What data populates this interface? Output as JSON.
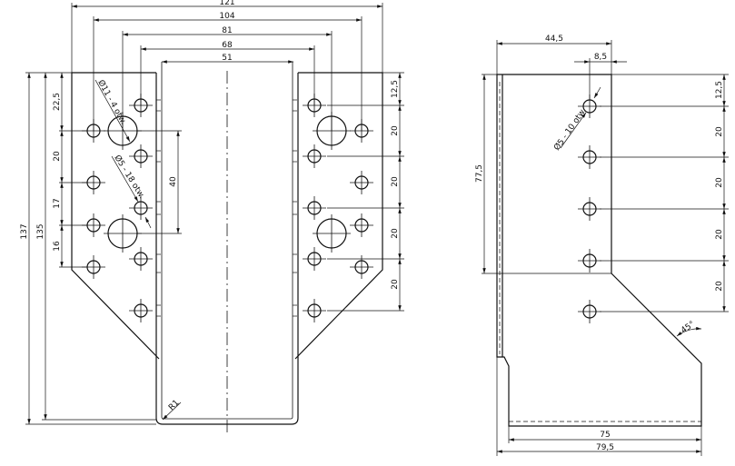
{
  "front_view": {
    "widths": {
      "w121": "121",
      "w104": "104",
      "w81": "81",
      "w68": "68",
      "w51": "51"
    },
    "heights": {
      "h137": "137",
      "h135": "135",
      "h22_5": "22,5",
      "h20": "20",
      "h17": "17",
      "h16": "16",
      "h40": "40"
    },
    "right_chain": [
      "12,5",
      "20",
      "20",
      "20",
      "20"
    ],
    "notes": {
      "big_holes": "Ø11 - 4 otw.",
      "small_holes": "Ø5 - 18 otw.",
      "radius": "R1"
    }
  },
  "side_view": {
    "top": {
      "w44_5": "44,5",
      "w8_5": "8,5"
    },
    "h77_5": "77,5",
    "right_chain": [
      "12,5",
      "20",
      "20",
      "20",
      "20"
    ],
    "note": "Ø5 - 10 otw.",
    "angle": "45°",
    "bottom": {
      "w75": "75",
      "w79_5": "79,5"
    }
  }
}
